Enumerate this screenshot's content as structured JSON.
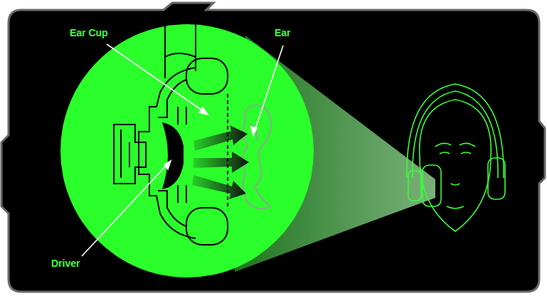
{
  "diagram": {
    "labels": [
      "Ear Cup",
      "Ear",
      "Driver"
    ]
  }
}
